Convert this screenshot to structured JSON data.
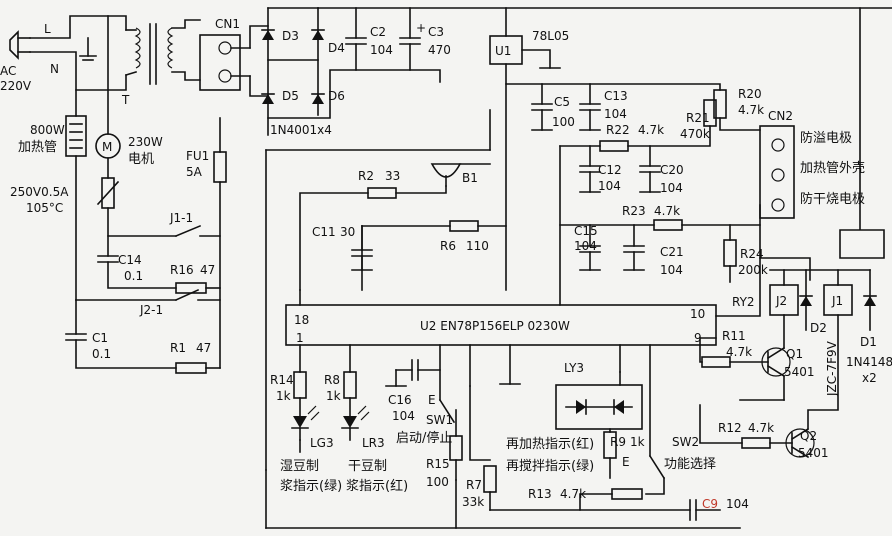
{
  "source": {
    "ac": "AC",
    "voltage": "220V",
    "l": "L",
    "n": "N",
    "t": "T"
  },
  "heater": {
    "power": "800W",
    "name": "加热管"
  },
  "motor": {
    "power": "230W",
    "name": "电机",
    "symbol": "M"
  },
  "fuse": {
    "ref": "FU1",
    "value": "5A"
  },
  "thermo": {
    "rating": "250V0.5A",
    "temp": "105°C"
  },
  "cn1": "CN1",
  "rectifier": {
    "d3": "D3",
    "d4": "D4",
    "d5": "D5",
    "d6": "D6",
    "part": "1N4001x4"
  },
  "caps": {
    "c2": "C2",
    "c2v": "104",
    "c3": "C3",
    "c3v": "470",
    "c5": "C5",
    "c5v": "100",
    "c13": "C13",
    "c13v": "104",
    "c12": "C12",
    "c12v": "104",
    "c20": "C20",
    "c20v": "104",
    "c15": "C15",
    "c15v": "104",
    "c21": "C21",
    "c21v": "104",
    "c11": "C11",
    "c11v": "30",
    "c14": "C14",
    "c14v": "0.1",
    "c1": "C1",
    "c1v": "0.1",
    "c16": "C16",
    "c16v": "104",
    "c9": "C9",
    "c9v": "104"
  },
  "reg": {
    "u1": "U1",
    "part": "78L05"
  },
  "res": {
    "r20": "R20",
    "r20v": "4.7k",
    "r22": "R22",
    "r22v": "4.7k",
    "r21": "R21",
    "r21v": "470k",
    "r23": "R23",
    "r23v": "4.7k",
    "r24": "R24",
    "r24v": "200k",
    "r2": "R2",
    "r2v": "33",
    "r6": "R6",
    "r6v": "110",
    "r16": "R16",
    "r16v": "47",
    "r1": "R1",
    "r1v": "47",
    "r14": "R14",
    "r14v": "1k",
    "r8": "R8",
    "r8v": "1k",
    "r15": "R15",
    "r15v": "100",
    "r7": "R7",
    "r7v": "33k",
    "r9": "R9",
    "r9v": "1k",
    "r13": "R13",
    "r13v": "4.7k",
    "r11": "R11",
    "r11v": "4.7k",
    "r12": "R12",
    "r12v": "4.7k"
  },
  "cn2": {
    "ref": "CN2",
    "p1": "防溢电极",
    "p2": "加热管外壳",
    "p3": "防干烧电极"
  },
  "buzzer": "B1",
  "relays": {
    "j1": "J1",
    "j2": "J2",
    "ry2": "RY2",
    "j11": "J1-1",
    "j21": "J2-1",
    "coil": "JZC-7F9V"
  },
  "diodes": {
    "d1": "D1",
    "d2": "D2",
    "part": "1N4148",
    "x2": "x2"
  },
  "transistors": {
    "q1": "Q1",
    "q1v": "5401",
    "q2": "Q2",
    "q2v": "5401"
  },
  "ic": {
    "label": "U2  EN78P156ELP  0230W",
    "p18": "18",
    "p1": "1",
    "p10": "10",
    "p9": "9"
  },
  "leds": {
    "lg3": "LG3",
    "lr3": "LR3",
    "ly3": "LY3",
    "wet_l1": "湿豆制",
    "wet_l2": "浆指示(绿)",
    "dry_l1": "干豆制",
    "dry_l2": "浆指示(红)",
    "reheat": "再加热指示(红)",
    "restir": "再搅拌指示(绿)"
  },
  "switches": {
    "sw1": "SW1",
    "sw1_name": "启动/停止",
    "sw2": "SW2",
    "sw2_name": "功能选择",
    "e": "E"
  }
}
